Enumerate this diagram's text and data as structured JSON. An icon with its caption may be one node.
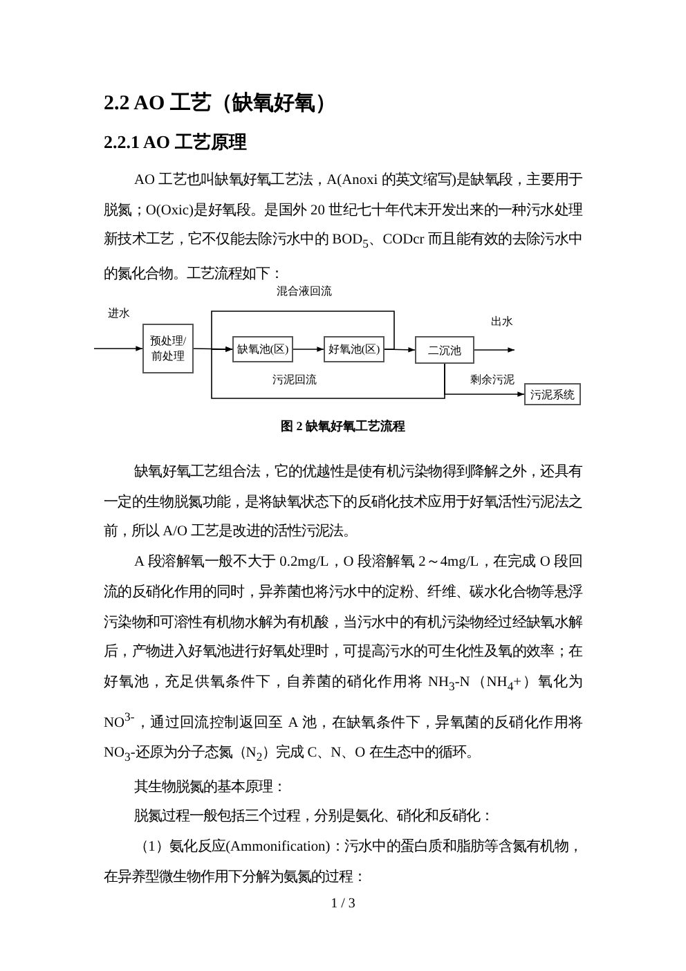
{
  "diagram": {
    "title": "2.2 AO 工艺（缺氧好氧）",
    "caption": "图 2 缺氧好氧工艺流程",
    "nodes": [
      {
        "text": [
          "预处理/前处理"
        ]
      },
      {
        "text": [
          "缺氧池(区)"
        ]
      },
      {
        "text": [
          "好氧池(区)"
        ]
      },
      {
        "text": [
          "二沉池"
        ]
      },
      {
        "text": [
          "污泥系统"
        ]
      }
    ],
    "edges": [
      {
        "from": null,
        "to": 0,
        "arrow": "to",
        "label": "进水"
      },
      {
        "from": 0,
        "to": 1,
        "arrow": "to"
      },
      {
        "from": 1,
        "to": 2,
        "arrow": "to"
      },
      {
        "from": 2,
        "to": 3,
        "arrow": "to"
      },
      {
        "from": 2,
        "to": 1,
        "arrow": "to",
        "label": "混合液回流"
      },
      {
        "from": 3,
        "to": 1,
        "arrow": "to",
        "label": "污泥回流"
      },
      {
        "from": 3,
        "to": 4,
        "arrow": "to",
        "label": "剩余污泥"
      },
      {
        "from": 3,
        "to": null,
        "arrow": "to",
        "label": "出水"
      }
    ],
    "labels": [
      "2.2.1 AO 工艺原理",
      "AO 工艺也叫缺氧好氧工艺法，A(Anoxi 的英文缩写)是缺氧段，主要用于脱氮；O(Oxic)是好氧段。是国外 20 世纪七十年代末开发出来的一种污水处理新技术工艺，它不仅能去除污水中的 BOD$_{5}$、CODcr 而且能有效的去除污水中的氮化合物。工艺流程如下：",
      "缺氧好氧工艺组合法，它的优越性是使有机污染物得到降解之外，还具有一定的生物脱氮功能，是将缺氧状态下的反硝化技术应用于好氧活性污泥法之前，所以 A/O 工艺是改进的活性污泥法。",
      "A 段溶解氧一般不大于 0.2mg/L，O 段溶解氧 2～4mg/L，在完成 O 段回流的反硝化作用的同时，异养菌也将污水中的淀粉、纤维、碳水化合物等悬浮污染物和可溶性有机物水解为有机酸，当污水中的有机污染物经过经缺氧水解后，产物进入好氧池进行好氧处理时，可提高污水的可生化性及氧的效率；在好氧池，充足供氧条件下，自养菌的硝化作用将 NH$_{3}$-N（NH$_{4}$+）氧化为 NO$^{3-}$，通过回流控制返回至 A 池，在缺氧条件下，异氧菌的反硝化作用将 NO$_{3}$-还原为分子态氮（N$_{2}$）完成 C、N、O 在生态中的循环。",
      "其生物脱氮的基本原理：",
      "脱氮过程一般包括三个过程，分别是氨化、硝化和反硝化：",
      "（1）氨化反应(Ammonification)：污水中的蛋白质和脂肪等含氮有机物，在异养型微生物作用下分解为氨氮的过程：",
      "1 / 3"
    ]
  }
}
